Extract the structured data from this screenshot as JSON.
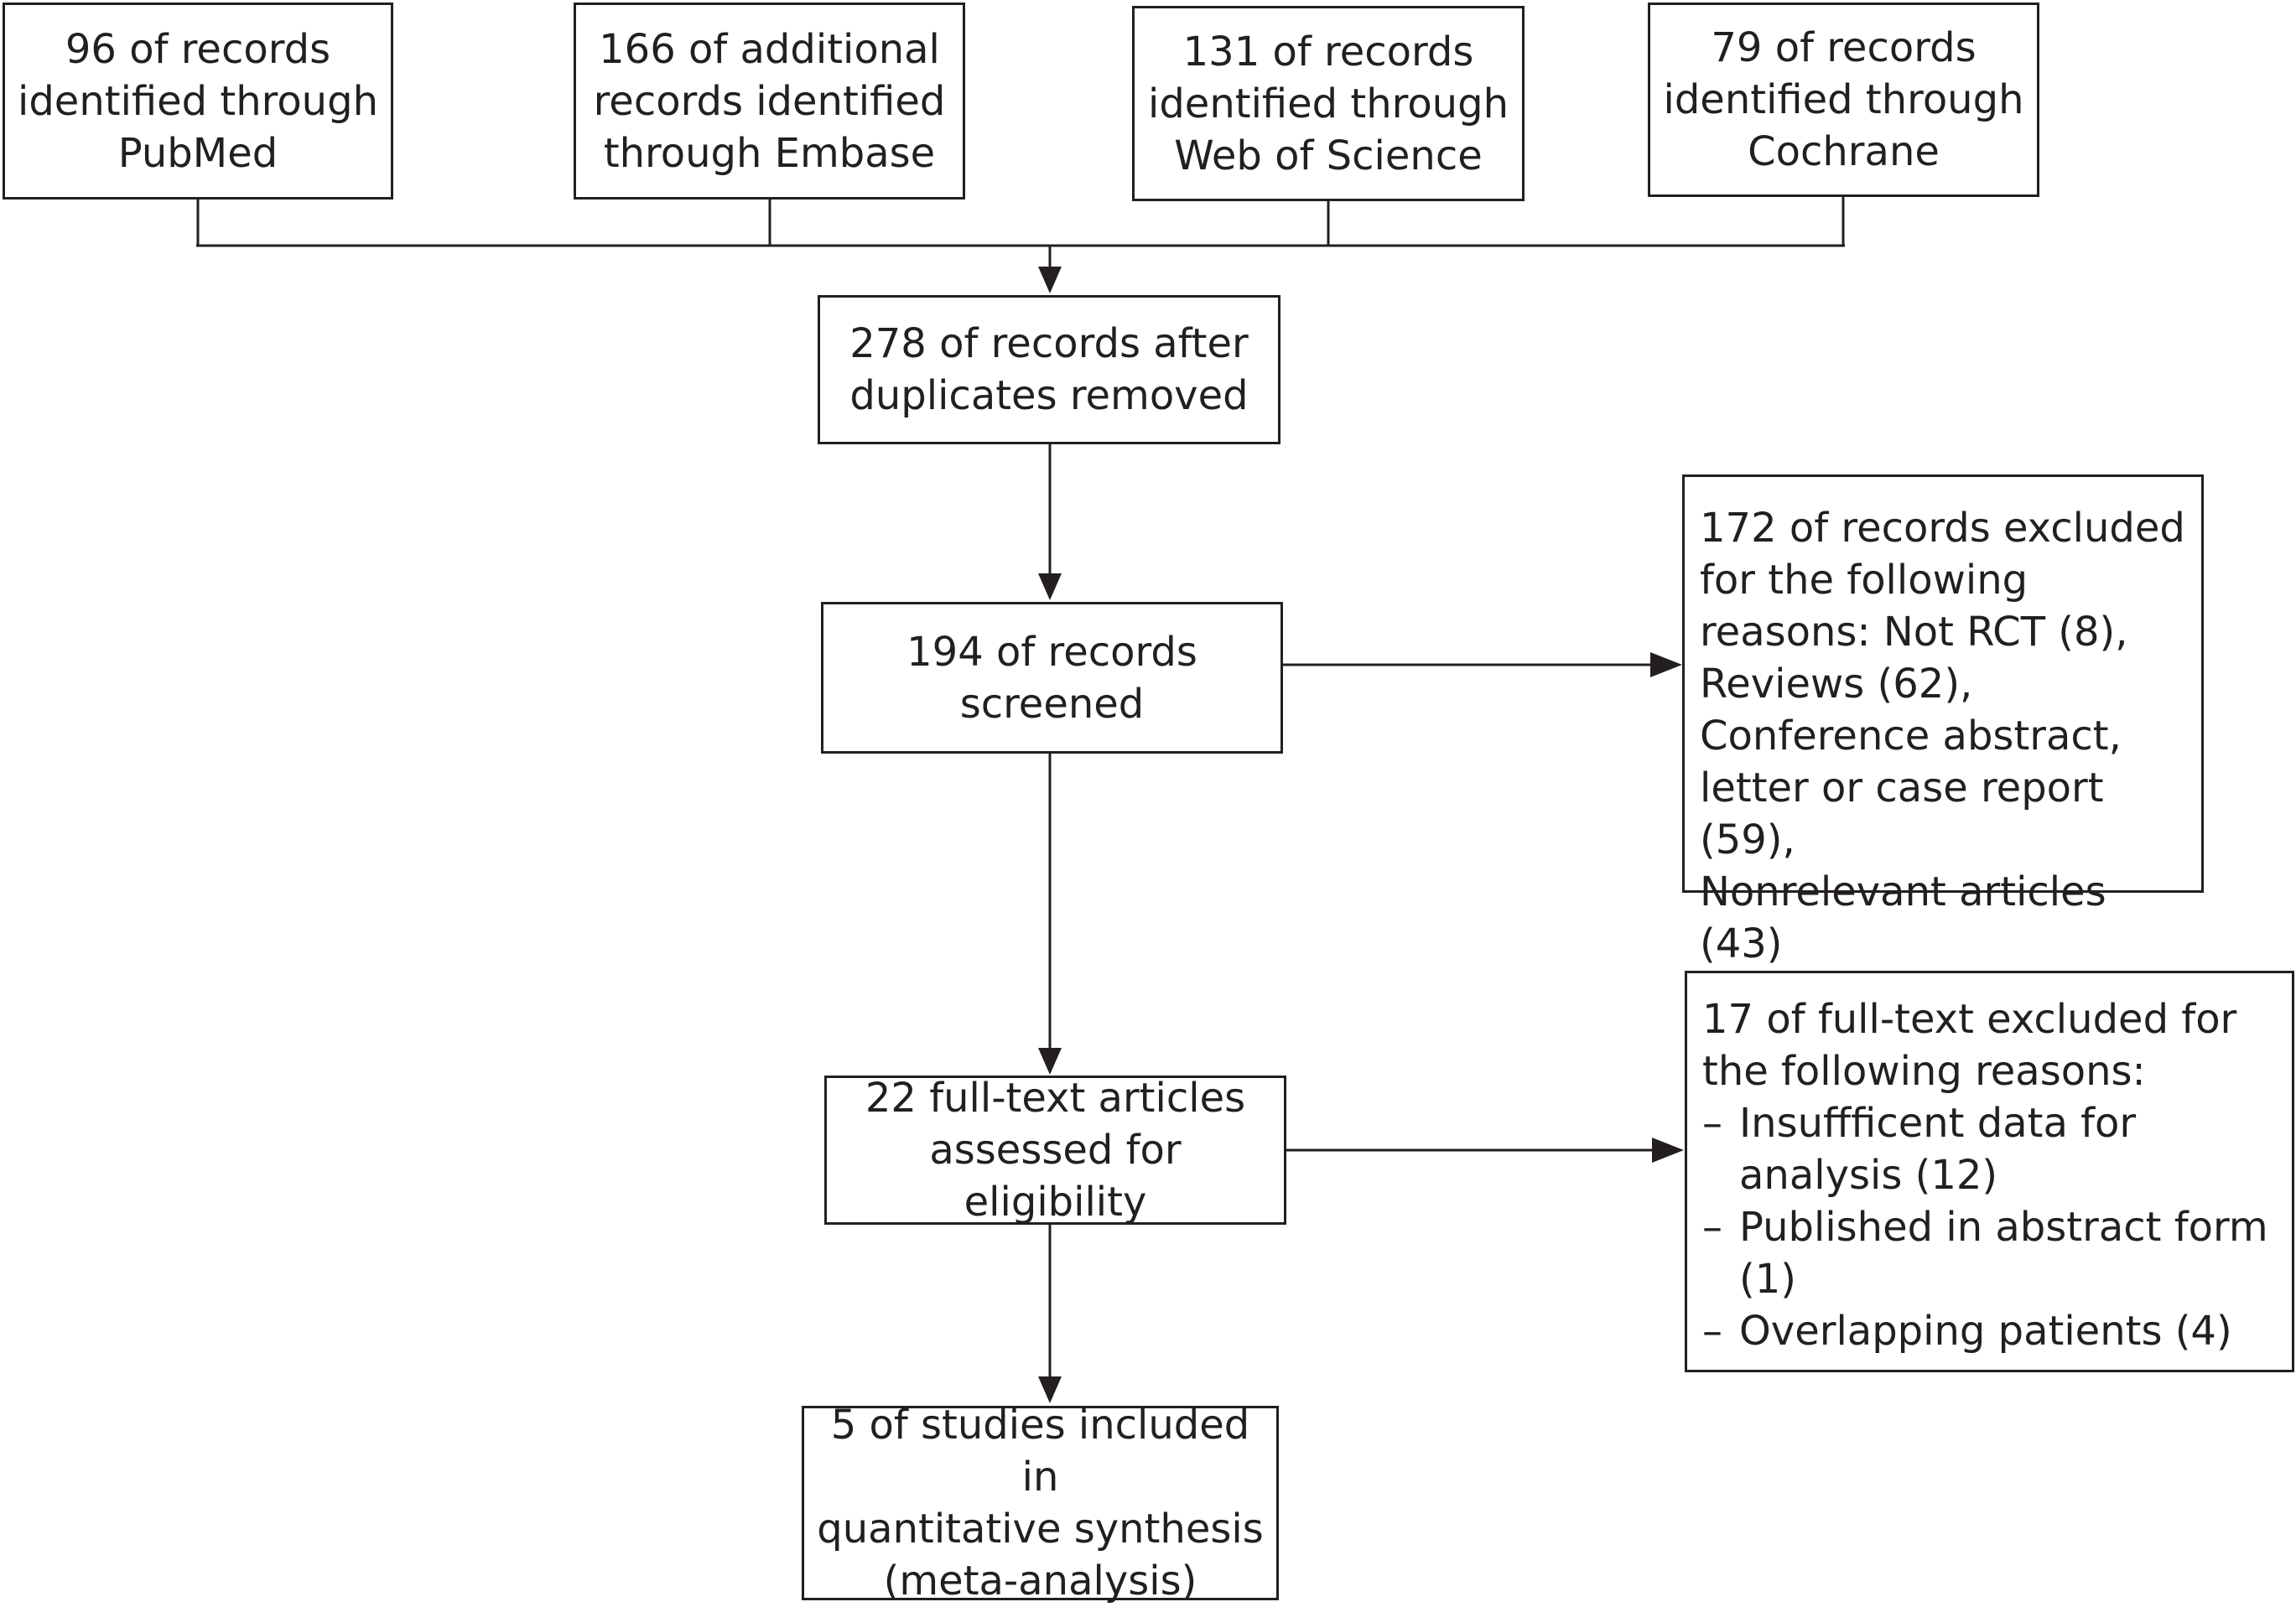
{
  "sources": [
    {
      "text": "96 of records\nidentified through\nPubMed"
    },
    {
      "text": "166 of additional\nrecords identified\nthrough Embase"
    },
    {
      "text": "131 of records\nidentified through\nWeb of Science"
    },
    {
      "text": "79 of records\nidentified through\nCochrane"
    }
  ],
  "after_duplicates": "278 of records after\nduplicates removed",
  "screened": "194 of records\nscreened",
  "screen_excluded": "172 of records excluded\nfor the following\nreasons: Not RCT (8),\nReviews (62),\nConference abstract,\nletter or case report (59),\nNonrelevant articles (43)",
  "eligibility": "22 full-text articles\nassessed for eligibility",
  "fulltext_excluded": {
    "heading": "17 of full-text excluded for\nthe following reasons:",
    "dash": "–",
    "reasons": [
      "Insuffficent data for\nanalysis (12)",
      "Published in abstract form\n(1)",
      "Overlapping patients (4)"
    ]
  },
  "included": "5 of studies included in\nquantitative synthesis\n(meta-analysis)"
}
